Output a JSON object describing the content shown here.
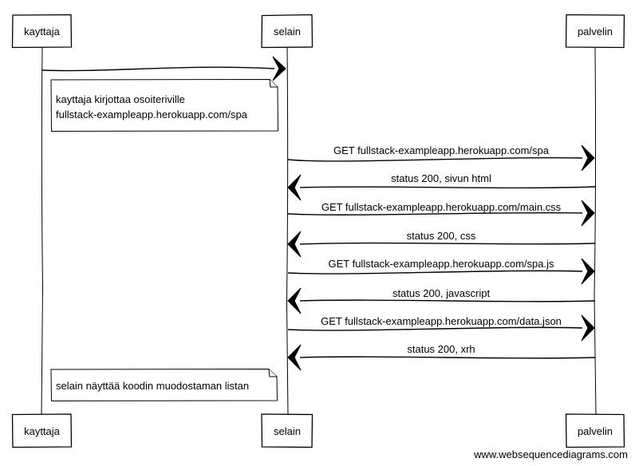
{
  "diagram": {
    "participants": [
      {
        "id": "kayttaja",
        "label": "kayttaja"
      },
      {
        "id": "selain",
        "label": "selain"
      },
      {
        "id": "palvelin",
        "label": "palvelin"
      }
    ],
    "steps": [
      {
        "kind": "message",
        "from": "kayttaja",
        "to": "selain",
        "label": ""
      },
      {
        "kind": "note",
        "over": "kayttaja",
        "lines": [
          "kayttaja kirjottaa osoiteriville",
          "fullstack-exampleapp.herokuapp.com/spa"
        ]
      },
      {
        "kind": "message",
        "from": "selain",
        "to": "palvelin",
        "label": "GET fullstack-exampleapp.herokuapp.com/spa"
      },
      {
        "kind": "message",
        "from": "palvelin",
        "to": "selain",
        "label": "status 200, sivun html"
      },
      {
        "kind": "message",
        "from": "selain",
        "to": "palvelin",
        "label": "GET fullstack-exampleapp.herokuapp.com/main.css"
      },
      {
        "kind": "message",
        "from": "palvelin",
        "to": "selain",
        "label": "status 200, css"
      },
      {
        "kind": "message",
        "from": "selain",
        "to": "palvelin",
        "label": "GET fullstack-exampleapp.herokuapp.com/spa.js"
      },
      {
        "kind": "message",
        "from": "palvelin",
        "to": "selain",
        "label": "status 200, javascript"
      },
      {
        "kind": "message",
        "from": "selain",
        "to": "palvelin",
        "label": "GET fullstack-exampleapp.herokuapp.com/data.json"
      },
      {
        "kind": "message",
        "from": "palvelin",
        "to": "selain",
        "label": "status 200, xrh"
      },
      {
        "kind": "note",
        "over": "kayttaja",
        "lines": [
          "selain näyttää koodin muodostaman listan"
        ]
      }
    ]
  },
  "watermark": "www.websequencediagrams.com"
}
